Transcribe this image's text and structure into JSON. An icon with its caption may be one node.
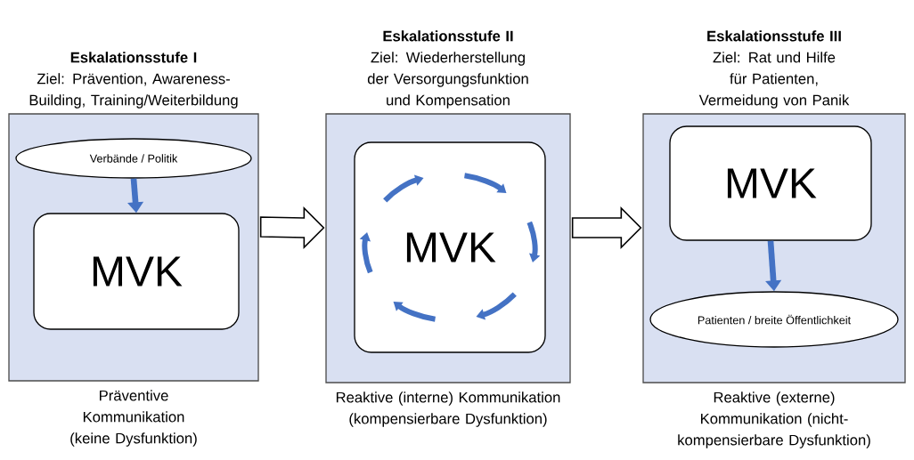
{
  "diagram": {
    "nodes": [
      {
        "text": [
          "Eskalationsstufe I",
          "Ziel: Prävention, Awareness-Building, Training/Weiterbildung"
        ],
        "beside": [
          "Präventive Kommunikation (keine Dysfunktion)"
        ]
      },
      {
        "text": [
          "Verbände / Politik"
        ],
        "in": 0
      },
      {
        "text": [
          "MVK"
        ],
        "in": 0
      },
      {
        "text": [
          "Eskalationsstufe II",
          "Ziel: Wiederherstellung der Versorgungsfunktion und Kompensation"
        ],
        "beside": [
          "Reaktive (interne) Kommunikation (kompensierbare Dysfunktion)"
        ]
      },
      {
        "text": [
          "MVK"
        ],
        "in": 3
      },
      {
        "text": [
          "Eskalationsstufe III",
          "Ziel: Rat und Hilfe für Patienten, Vermeidung von Panik"
        ],
        "beside": [
          "Reaktive (externe) Kommunikation (nicht-kompensierbare Dysfunktion)"
        ]
      },
      {
        "text": [
          "MVK"
        ],
        "in": 5
      },
      {
        "text": [
          "Patienten / breite Öffentlichkeit"
        ],
        "in": 5
      }
    ],
    "edges": [
      {
        "from": 1,
        "to": 2,
        "arrow": "to",
        "color": "#4472c4"
      },
      {
        "from": 0,
        "to": 3,
        "arrow": "to"
      },
      {
        "from": 3,
        "to": 5,
        "arrow": "to"
      },
      {
        "from": 6,
        "to": 7,
        "arrow": "to",
        "color": "#4472c4"
      }
    ]
  }
}
